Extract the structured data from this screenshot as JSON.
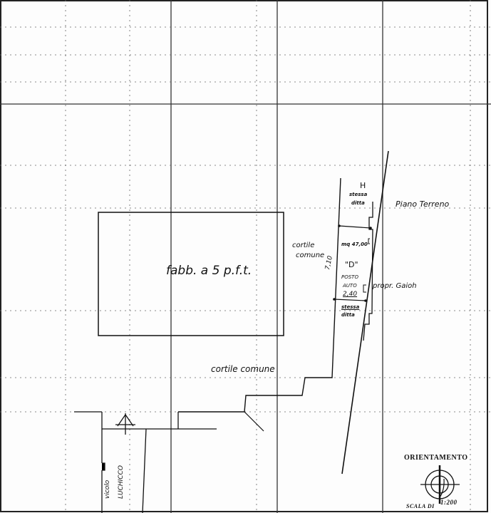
{
  "document": {
    "type": "planimetria catastale",
    "floor_label": "Piano Terreno"
  },
  "labels": {
    "building": "fabb. a 5 p.f.t.",
    "courtyard_upper_line1": "cortile",
    "courtyard_upper_line2": "comune",
    "courtyard_lower": "cortile comune",
    "unit_letter": "H",
    "same_ditta_top_line1": "stessa",
    "same_ditta_top_line2": "ditta",
    "area": "mq 47,00",
    "unit_id": "\"D\"",
    "posto_line1": "POSTO",
    "posto_line2": "AUTO",
    "width_dim": "2,40",
    "length_dim": "7,10",
    "same_ditta_bottom_line1": "stessa",
    "same_ditta_bottom_line2": "ditta",
    "neighbor": "propr. Gaioh",
    "street_line1": "vicolo",
    "street_line2": "LUCHICCO"
  },
  "legend": {
    "orientation_title": "ORIENTAMENTO",
    "scale_label": "SCALA DI",
    "scale_value": "1:200"
  },
  "colors": {
    "ink": "#111111",
    "grid": "#444444",
    "paper": "#fdfdfd"
  }
}
